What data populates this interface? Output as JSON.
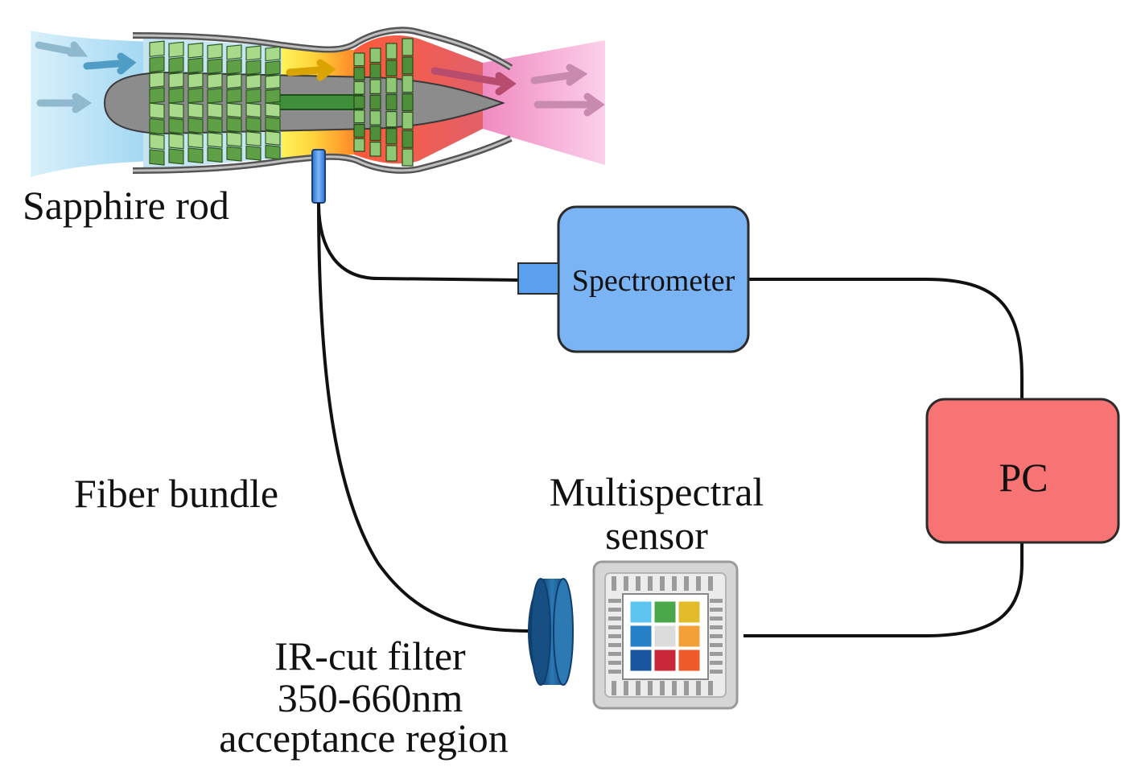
{
  "labels": {
    "sapphire_rod": "Sapphire rod",
    "fiber_bundle": "Fiber bundle",
    "spectrometer": "Spectrometer",
    "pc": "PC",
    "multispectral_line1": "Multispectral",
    "multispectral_line2": "sensor",
    "filter_line1": "IR-cut filter",
    "filter_line2": "350-660nm",
    "filter_line3": "acceptance region"
  },
  "colors": {
    "spectrometer_fill": "#7ab4f5",
    "spectrometer_port": "#5aa0ee",
    "pc_fill": "#f87373",
    "filter_fill": "#1f5f95",
    "rod_fill": "#3f7fd6",
    "inlet_flow": "#bfe6f7",
    "exhaust_flow": "#f6b5dc",
    "blade_green": "#4f8f3a",
    "casing_gray": "#8a8a8a"
  },
  "sensor_grid": [
    "#5cc4ef",
    "#4aa84a",
    "#e2bc2a",
    "#2680c8",
    "#dcdcdc",
    "#f4a038",
    "#1a55a0",
    "#c8283a",
    "#ee5a2a"
  ],
  "icons": {
    "engine": "jet-engine-cutaway-icon",
    "sensor": "chip-icon",
    "filter": "lens-filter-icon"
  }
}
